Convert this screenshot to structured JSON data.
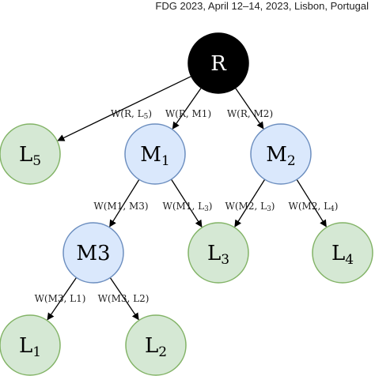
{
  "header": {
    "text": "FDG 2023, April 12–14, 2023, Lisbon, Portugal"
  },
  "nodes": [
    {
      "id": "R",
      "main": "R",
      "sub": "",
      "fill": "#000000",
      "stroke": "#000000",
      "text_color": "#ffffff"
    },
    {
      "id": "L5",
      "main": "L",
      "sub": "5",
      "fill": "#d5e8d4",
      "stroke": "#82b366",
      "text_color": "#000000"
    },
    {
      "id": "M1",
      "main": "M",
      "sub": "1",
      "fill": "#dae8fc",
      "stroke": "#6c8ebf",
      "text_color": "#000000"
    },
    {
      "id": "M2",
      "main": "M",
      "sub": "2",
      "fill": "#dae8fc",
      "stroke": "#6c8ebf",
      "text_color": "#000000"
    },
    {
      "id": "M3",
      "main": "M3",
      "sub": "",
      "fill": "#dae8fc",
      "stroke": "#6c8ebf",
      "text_color": "#000000"
    },
    {
      "id": "L3",
      "main": "L",
      "sub": "3",
      "fill": "#d5e8d4",
      "stroke": "#82b366",
      "text_color": "#000000"
    },
    {
      "id": "L4",
      "main": "L",
      "sub": "4",
      "fill": "#d5e8d4",
      "stroke": "#82b366",
      "text_color": "#000000"
    },
    {
      "id": "L1",
      "main": "L",
      "sub": "1",
      "fill": "#d5e8d4",
      "stroke": "#82b366",
      "text_color": "#000000"
    },
    {
      "id": "L2",
      "main": "L",
      "sub": "2",
      "fill": "#d5e8d4",
      "stroke": "#82b366",
      "text_color": "#000000"
    }
  ],
  "edges": [
    {
      "from": "R",
      "to": "L5",
      "label_main": "W(R, L",
      "label_sub": "5",
      "label_end": ")"
    },
    {
      "from": "R",
      "to": "M1",
      "label_main": "W(R, M1)",
      "label_sub": "",
      "label_end": ""
    },
    {
      "from": "R",
      "to": "M2",
      "label_main": "W(R, M2)",
      "label_sub": "",
      "label_end": ""
    },
    {
      "from": "M1",
      "to": "M3",
      "label_main": "W(M1, M3)",
      "label_sub": "",
      "label_end": ""
    },
    {
      "from": "M1",
      "to": "L3",
      "label_main": "W(M1, L",
      "label_sub": "3",
      "label_end": ")"
    },
    {
      "from": "M2",
      "to": "L3",
      "label_main": "W(M2, L",
      "label_sub": "3",
      "label_end": ")"
    },
    {
      "from": "M2",
      "to": "L4",
      "label_main": "W(M2, L",
      "label_sub": "4",
      "label_end": ")"
    },
    {
      "from": "M3",
      "to": "L1",
      "label_main": "W(M3, L1)",
      "label_sub": "",
      "label_end": ""
    },
    {
      "from": "M3",
      "to": "L2",
      "label_main": "W(M3, L2)",
      "label_sub": "",
      "label_end": ""
    }
  ],
  "colors": {
    "edge": "#000000"
  }
}
